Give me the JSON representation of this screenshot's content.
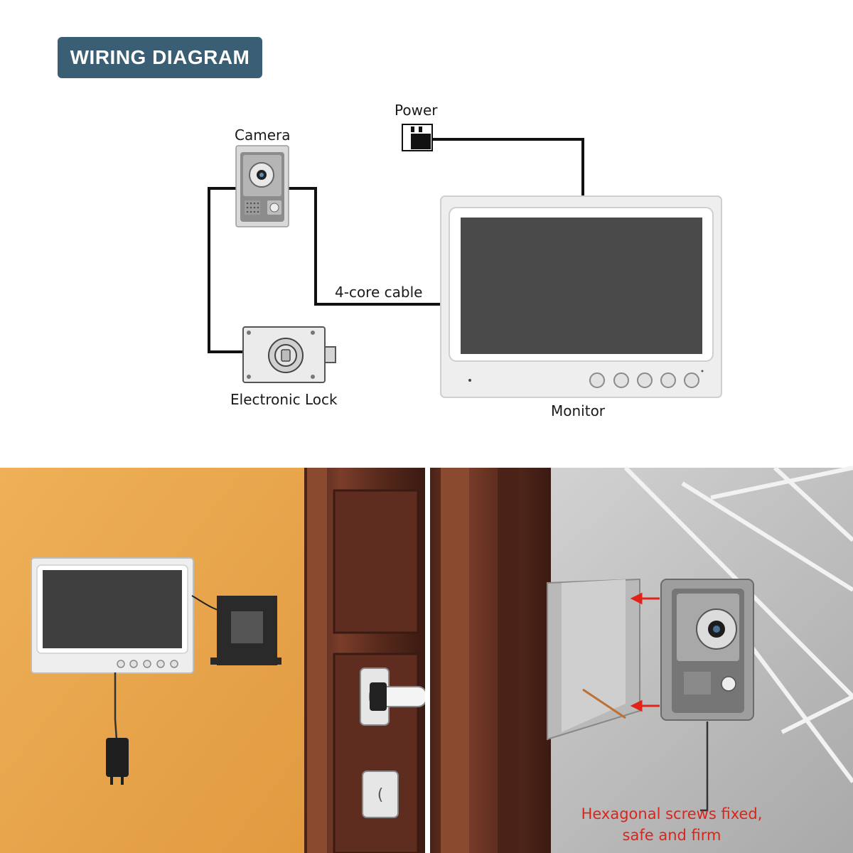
{
  "header": {
    "title": "WIRING DIAGRAM"
  },
  "diagram": {
    "labels": {
      "power": "Power",
      "camera": "Camera",
      "cable": "4-core cable",
      "lock": "Electronic Lock",
      "monitor": "Monitor"
    }
  },
  "photos": {
    "right_caption_line1": "Hexagonal screws fixed,",
    "right_caption_line2": "safe and firm"
  },
  "colors": {
    "badge": "#3a5f75",
    "caption": "#d9261c",
    "wall_orange": "#e9a54d",
    "door_wood": "#6b3523",
    "arrow": "#e2231a"
  }
}
